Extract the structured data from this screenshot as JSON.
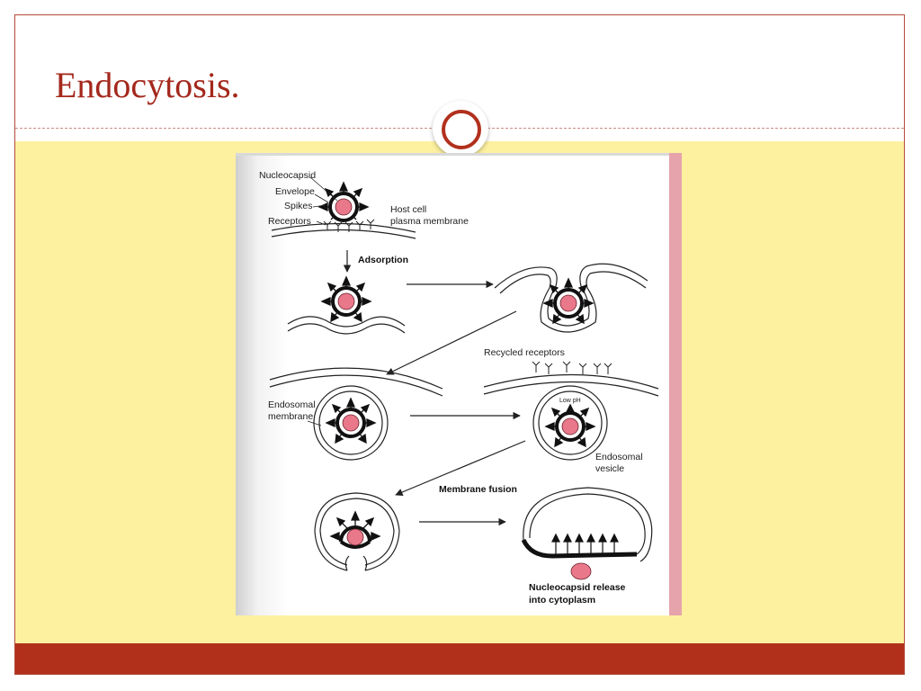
{
  "slide": {
    "title": "Endocytosis.",
    "colors": {
      "title": "#a4281c",
      "accent": "#b1301c",
      "content_background": "#fdf1a0",
      "nucleocapsid": "#e8788a"
    }
  },
  "diagram": {
    "labels": {
      "nucleocapsid": "Nucleocapsid",
      "envelope": "Envelope",
      "spikes": "Spikes",
      "receptors": "Receptors",
      "host_cell_line1": "Host cell",
      "host_cell_line2": "plasma membrane",
      "adsorption": "Adsorption",
      "recycled_receptors": "Recycled receptors",
      "endosomal_membrane_line1": "Endosomal",
      "endosomal_membrane_line2": "membrane",
      "low_ph": "Low pH",
      "endosomal_vesicle_line1": "Endosomal",
      "endosomal_vesicle_line2": "vesicle",
      "membrane_fusion": "Membrane fusion",
      "release_line1": "Nucleocapsid release",
      "release_line2": "into cytoplasm"
    }
  }
}
